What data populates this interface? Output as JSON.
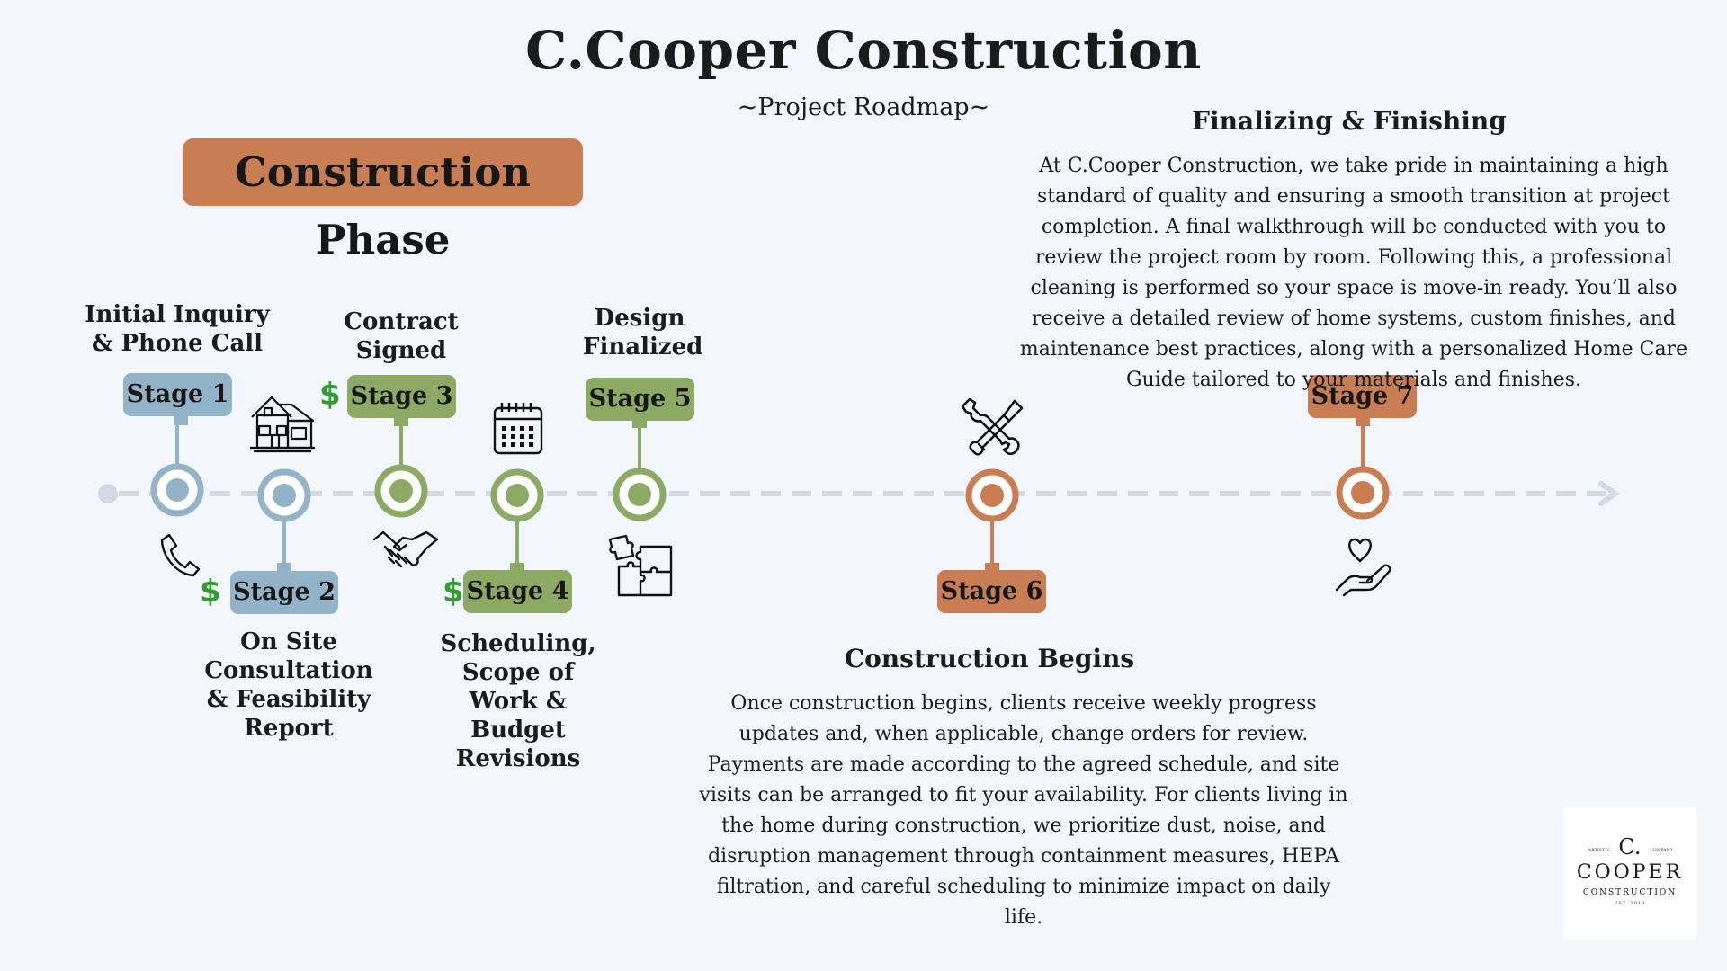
{
  "header": {
    "title": "C.Cooper Construction",
    "subtitle": "~Project Roadmap~",
    "phase_badge": "Construction Phase"
  },
  "stages": [
    {
      "pill": "Stage 1",
      "label": "Initial Inquiry & Phone Call",
      "color": "#93b3c9",
      "icon": "phone-icon"
    },
    {
      "pill": "Stage 2",
      "label": "On Site Consultation & Feasibility Report",
      "color": "#93b3c9",
      "icon": "house-icon"
    },
    {
      "pill": "Stage 3",
      "label": "Contract Signed",
      "color": "#8caa64",
      "icon": "handshake-icon"
    },
    {
      "pill": "Stage 4",
      "label": "Scheduling, Scope of Work & Budget Revisions",
      "color": "#8caa64",
      "icon": "calendar-icon"
    },
    {
      "pill": "Stage 5",
      "label": "Design Finalized",
      "color": "#8caa64",
      "icon": "puzzle-icon"
    },
    {
      "pill": "Stage 6",
      "label": "Construction Begins",
      "color": "#c97d52",
      "icon": "tools-icon"
    },
    {
      "pill": "Stage 7",
      "label": "Finalizing & Finishing",
      "color": "#c97d52",
      "icon": "hand-heart-icon"
    }
  ],
  "payment_symbol": "$",
  "sections": {
    "finalizing": {
      "title": "Finalizing & Finishing",
      "body": "At C.Cooper Construction, we take pride in maintaining a high standard of quality and ensuring a smooth transition at project completion. A final walkthrough will be conducted with you to review the project room by room. Following this, a professional cleaning is performed so your space is move-in ready. You’ll also receive a detailed review of home systems, custom finishes, and maintenance best practices, along with a personalized Home Care Guide tailored to your materials and finishes."
    },
    "construction": {
      "title": "Construction Begins",
      "body": "Once construction begins, clients receive weekly progress updates and, when applicable, change orders for review. Payments are made according to the agreed schedule, and site visits can be arranged to fit your availability. For clients living in the home during construction, we prioritize dust, noise, and disruption management through containment measures, HEPA filtration, and careful scheduling to minimize impact on daily life."
    }
  },
  "logo": {
    "initial": "C.",
    "name": "COOPER",
    "tagline": "CONSTRUCTION",
    "est": "EST. 2010",
    "left_text": "ARTISTIC",
    "right_text": "COMPANY"
  },
  "colors": {
    "blue": "#93b3c9",
    "green": "#8caa64",
    "orange": "#c97d52",
    "dollar": "#2f9e2f",
    "track": "#d4d7e6",
    "background": "#f3f6fd"
  }
}
